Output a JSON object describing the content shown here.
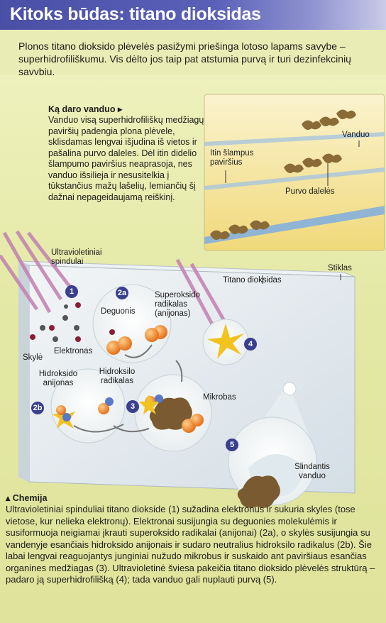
{
  "title": "Kitoks būdas: titano dioksidas",
  "intro": "Plonos titano dioksido plėvelės pasižymi priešinga lotoso lapams savybe – superhidrofiliškumu. Vis dėlto jos taip pat atstumia purvą ir turi dezinfekcinių savybių.",
  "water_section": {
    "heading": "Ką daro vanduo",
    "heading_icon": "triangle-right-icon",
    "body": "Vanduo visą superhidrofiliškų medžiagų paviršių padengia plona plėvele, sklisdamas lengvai išjudina iš vietos ir pašalina purvo daleles. Dėl itin didelio šlampumo paviršius neaprasoja, nes vanduo išsilieja ir nesusitelkia į tūkstančius mažų lašelių, lemiančių šį dažnai nepageidaujamą reiškinį."
  },
  "inset_labels": {
    "water": "Vanduo",
    "wet_surface": "Itin šlampus paviršius",
    "dirt": "Purvo dalelės"
  },
  "diagram_labels": {
    "uv": "Ultravioletiniai spindulai",
    "glass": "Stiklas",
    "tio2": "Titano dioksidas",
    "oxygen": "Deguonis",
    "superoxide": "Superoksido radikalas (anijonas)",
    "hole": "Skylė",
    "electron": "Elektronas",
    "hydroxide_anion": "Hidroksido anijonas",
    "hydroxyl_radical": "Hidroksilo radikalas",
    "microbe": "Mikrobas",
    "sliding_water": "Slindantis vanduo"
  },
  "badges": [
    "1",
    "2a",
    "2b",
    "3",
    "4",
    "5"
  ],
  "chemistry": {
    "heading": "Chemija",
    "heading_icon": "triangle-up-icon",
    "body": "Ultravioletiniai spinduliai titano diokside (1) sužadina elektronus ir sukuria skyles (tose vietose, kur nelieka elektronų). Elektronai susijungia su deguonies molekulėmis ir susiformuoja neigiamai įkrauti superoksido radikalai (anijonai) (2a), o skylės susijungia su vandenyje esančiais hidroksido anijonais ir sudaro neutralius hidroksilo radikalus (2b). Šie labai lengvai reaguojantys junginiai nužudo mikrobus ir suskaido ant paviršiaus esančias organines medžiagas (3). Ultravioletinė šviesa pakeičia titano dioksido plėvelės struktūrą – padaro ją superhidrofilišką (4); tada vanduo gali nuplauti purvą (5)."
  },
  "colors": {
    "title_band": "#4a4fa6",
    "panel": "#e3e8a4",
    "inset_bg": "#f4e6a0",
    "glass": "#dfe7ec",
    "badge": "#3a3f8f",
    "uv_arrow": "#c27fb0",
    "oxygen": "#f08a1e",
    "hydrogen": "#5a78c8",
    "microbe": "#7a5a30"
  }
}
